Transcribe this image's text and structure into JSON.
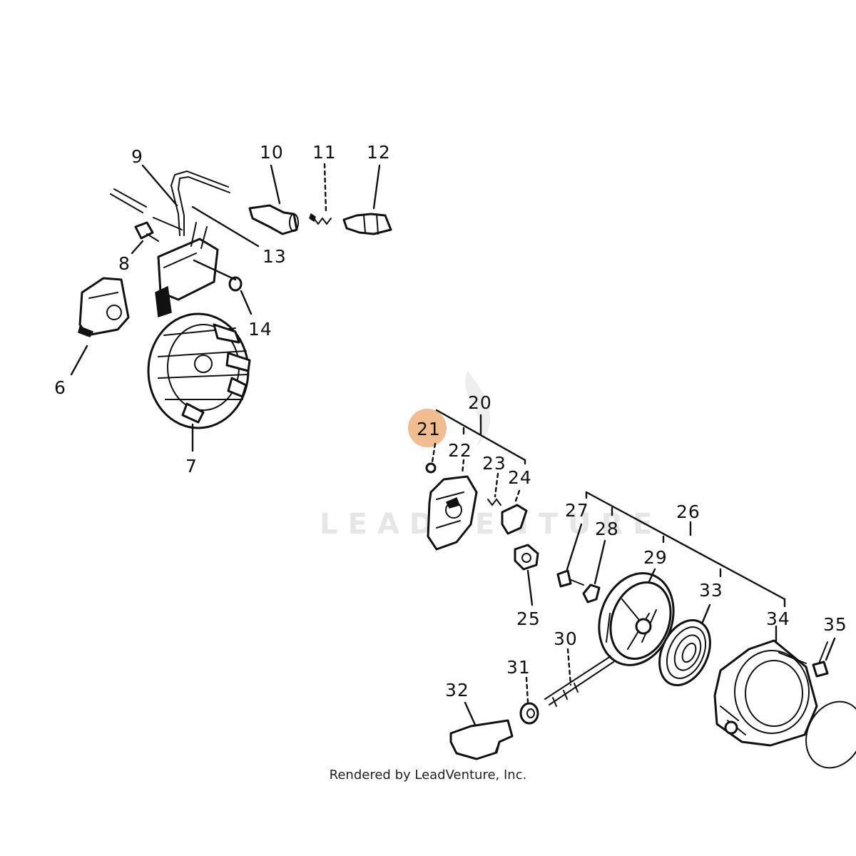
{
  "diagram": {
    "watermark": "LEADVENTURE",
    "highlight_color": "#f0b27a",
    "highlighted_part": "21",
    "callouts": {
      "p6": "6",
      "p7": "7",
      "p8": "8",
      "p9": "9",
      "p10": "10",
      "p11": "11",
      "p12": "12",
      "p13": "13",
      "p14": "14",
      "p20": "20",
      "p21": "21",
      "p22": "22",
      "p23": "23",
      "p24": "24",
      "p25": "25",
      "p26": "26",
      "p27": "27",
      "p28": "28",
      "p29": "29",
      "p30": "30",
      "p31": "31",
      "p32": "32",
      "p33": "33",
      "p34": "34",
      "p35": "35"
    }
  },
  "footer": {
    "credit": "Rendered by LeadVenture, Inc."
  }
}
